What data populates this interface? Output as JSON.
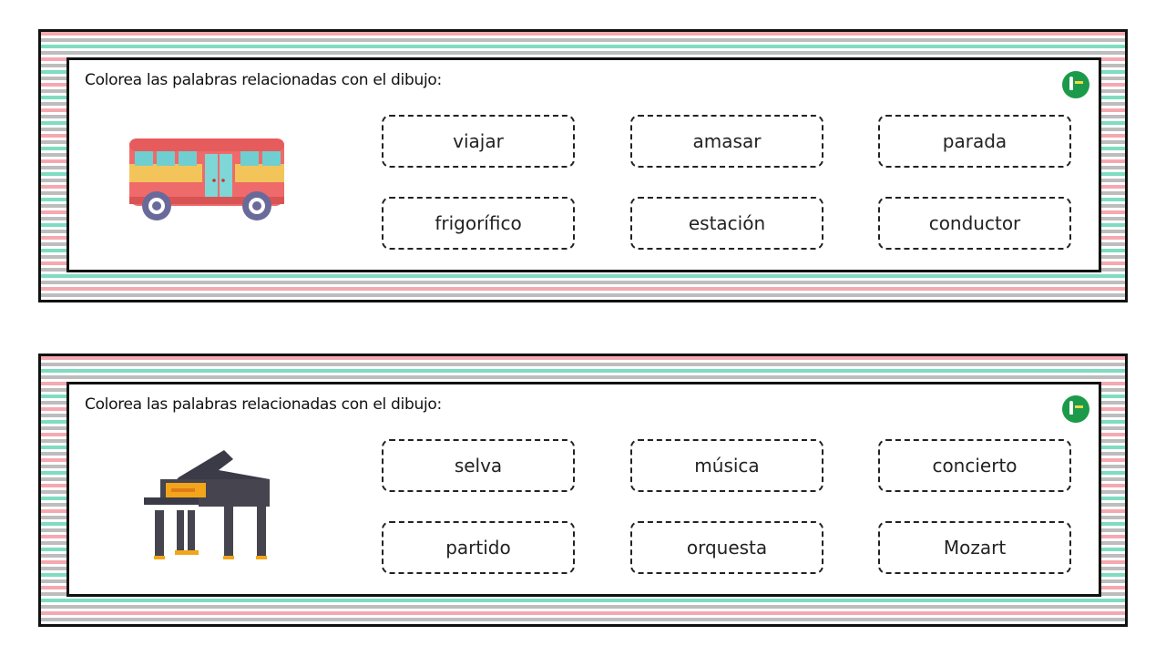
{
  "cards": [
    {
      "instruction": "Colorea las palabras relacionadas con el dibujo:",
      "picture_icon": "bus-icon",
      "words": [
        "viajar",
        "amasar",
        "parada",
        "frigorífico",
        "estación",
        "conductor"
      ]
    },
    {
      "instruction": "Colorea las palabras relacionadas con el dibujo:",
      "picture_icon": "grand-piano-icon",
      "words": [
        "selva",
        "música",
        "concierto",
        "partido",
        "orquesta",
        "Mozart"
      ]
    }
  ],
  "colors": {
    "stripe_pink": "#f4a9b0",
    "stripe_gray": "#bdbdbd",
    "stripe_mint": "#7fdcc0",
    "logo_green": "#1b9a4a"
  }
}
